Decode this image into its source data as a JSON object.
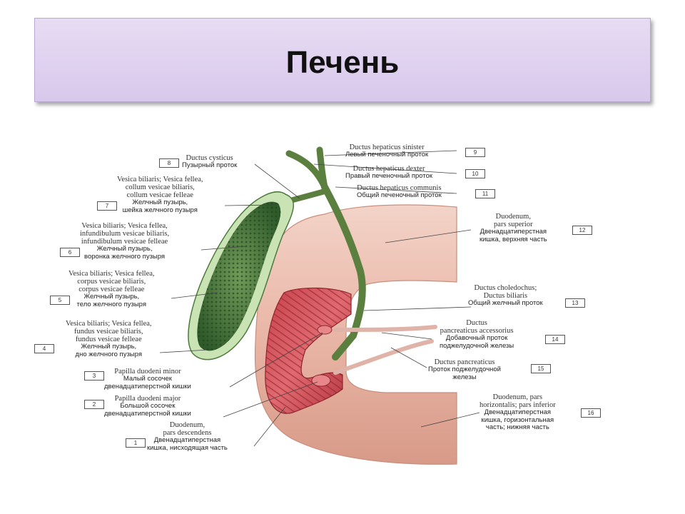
{
  "title": "Печень",
  "labels": [
    {
      "num": "1",
      "lat": [
        "Duodenum,",
        "pars descendens"
      ],
      "rus": [
        "Двенадцатиперстная",
        "кишка, нисходящая часть"
      ]
    },
    {
      "num": "2",
      "lat": [
        "Papilla duodeni major"
      ],
      "rus": [
        "Большой сосочек",
        "двенадцатиперстной кишки"
      ]
    },
    {
      "num": "3",
      "lat": [
        "Papilla duodeni minor"
      ],
      "rus": [
        "Малый сосочек",
        "двенадцатиперстной кишки"
      ]
    },
    {
      "num": "4",
      "lat": [
        "Vesica biliaris; Vesica fellea,",
        "fundus vesicae biliaris,",
        "fundus vesicae felleae"
      ],
      "rus": [
        "Желчный пузырь,",
        "дно желчного пузыря"
      ]
    },
    {
      "num": "5",
      "lat": [
        "Vesica biliaris; Vesica fellea,",
        "corpus vesicae biliaris,",
        "corpus vesicae felleae"
      ],
      "rus": [
        "Желчный пузырь,",
        "тело желчного пузыря"
      ]
    },
    {
      "num": "6",
      "lat": [
        "Vesica biliaris; Vesica fellea,",
        "infundibulum vesicae biliaris,",
        "infundibulum vesicae felleae"
      ],
      "rus": [
        "Желчный пузырь,",
        "воронка желчного пузыря"
      ]
    },
    {
      "num": "7",
      "lat": [
        "Vesica biliaris; Vesica fellea,",
        "collum vesicae biliaris,",
        "collum vesicae felleae"
      ],
      "rus": [
        "Желчный пузырь,",
        "шейка желчного пузыря"
      ]
    },
    {
      "num": "8",
      "lat": [
        "Ductus cysticus"
      ],
      "rus": [
        "Пузырный проток"
      ]
    },
    {
      "num": "9",
      "lat": [
        "Ductus hepaticus sinister"
      ],
      "rus": [
        "Левый печеночный проток"
      ]
    },
    {
      "num": "10",
      "lat": [
        "Ductus hepaticus dexter"
      ],
      "rus": [
        "Правый печеночный проток"
      ]
    },
    {
      "num": "11",
      "lat": [
        "Ductus hepaticus communis"
      ],
      "rus": [
        "Общий печеночный проток"
      ]
    },
    {
      "num": "12",
      "lat": [
        "Duodenum,",
        "pars superior"
      ],
      "rus": [
        "Двенадцатиперстная",
        "кишка, верхняя часть"
      ]
    },
    {
      "num": "13",
      "lat": [
        "Ductus choledochus;",
        "Ductus biliaris"
      ],
      "rus": [
        "Общий желчный проток"
      ]
    },
    {
      "num": "14",
      "lat": [
        "Ductus",
        "pancreaticus accessorius"
      ],
      "rus": [
        "Добавочный проток",
        "поджелудочной железы"
      ]
    },
    {
      "num": "15",
      "lat": [
        "Ductus pancreaticus"
      ],
      "rus": [
        "Проток поджелудочной",
        "железы"
      ]
    },
    {
      "num": "16",
      "lat": [
        "Duodenum, pars",
        "horizontalis; pars inferior"
      ],
      "rus": [
        "Двенадцатиперстная",
        "кишка, горизонтальная",
        "часть; нижняя часть"
      ]
    }
  ]
}
